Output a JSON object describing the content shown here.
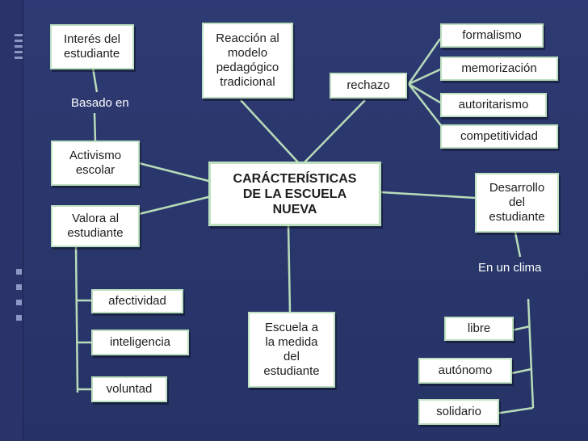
{
  "center": "CARÁCTERÍSTICAS\nDE LA ESCUELA\nNUEVA",
  "nodes": {
    "interes": "Interés del\nestudiante",
    "reaccion": "Reacción al\nmodelo\npedagógico\ntradicional",
    "rechazo": "rechazo",
    "formalismo": "formalismo",
    "memorizacion": "memorización",
    "autoritarismo": "autoritarismo",
    "competitividad": "competitividad",
    "activismo": "Activismo\nescolar",
    "valora": "Valora al\nestudiante",
    "desarrollo": "Desarrollo\ndel\nestudiante",
    "afectividad": "afectividad",
    "inteligencia": "inteligencia",
    "voluntad": "voluntad",
    "escuela_medida": "Escuela a\nla medida\ndel\nestudiante",
    "libre": "libre",
    "autonomo": "autónomo",
    "solidario": "solidario"
  },
  "labels": {
    "basado_en": "Basado en",
    "en_un_clima": "En un clima"
  },
  "colors": {
    "background": "#2b376e",
    "connector": "#b8dcb9",
    "box_border": "#bde0c1"
  }
}
